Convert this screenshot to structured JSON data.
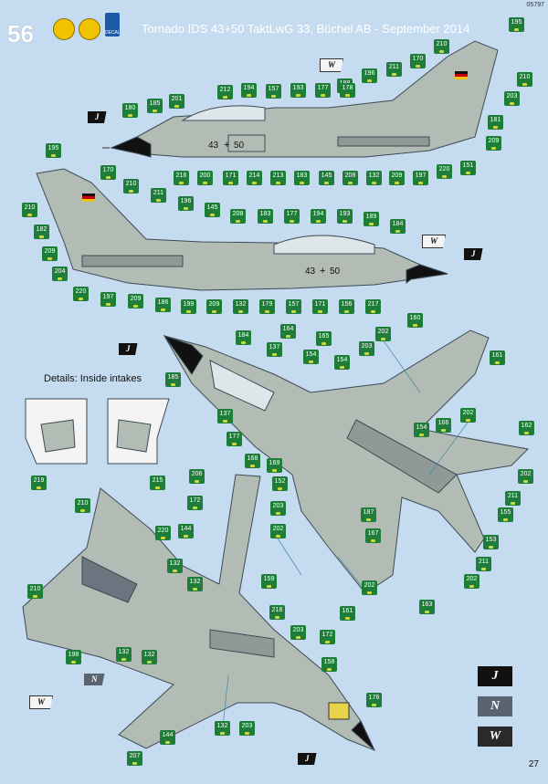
{
  "doc_code": "05797",
  "step_number": "56",
  "title": "Tornado IDS 43+50 TaktLwG 33, Büchel AB - September 2014",
  "decal_badge": "DECAL",
  "details_title": "Details: Inside intakes",
  "serial": "43+50",
  "page_number": "27",
  "legend": [
    "J",
    "N",
    "W"
  ],
  "colors": {
    "background": "#c5dbef",
    "aircraft": "#b2bcb5",
    "chip": "#1f7d3a"
  },
  "views": {
    "top_side": {
      "chips": [
        [
          "195",
          557,
          19
        ],
        [
          "210",
          475,
          43
        ],
        [
          "170",
          449,
          59
        ],
        [
          "210",
          566,
          79
        ],
        [
          "211",
          423,
          68
        ],
        [
          "196",
          396,
          75
        ],
        [
          "188",
          369,
          86
        ],
        [
          "203",
          552,
          100
        ],
        [
          "212",
          238,
          93
        ],
        [
          "194",
          264,
          91
        ],
        [
          "157",
          291,
          92
        ],
        [
          "193",
          318,
          91
        ],
        [
          "177",
          345,
          91
        ],
        [
          "178",
          372,
          91
        ],
        [
          "201",
          185,
          103
        ],
        [
          "185",
          161,
          108
        ],
        [
          "180",
          134,
          113
        ],
        [
          "181",
          534,
          126
        ],
        [
          "209",
          532,
          149
        ],
        [
          "151",
          504,
          176
        ],
        [
          "216",
          190,
          187
        ],
        [
          "200",
          216,
          187
        ],
        [
          "171",
          244,
          187
        ],
        [
          "214",
          270,
          187
        ],
        [
          "213",
          296,
          187
        ],
        [
          "183",
          322,
          187
        ],
        [
          "145",
          349,
          187
        ],
        [
          "208",
          375,
          187
        ],
        [
          "132",
          401,
          187
        ],
        [
          "209",
          426,
          187
        ],
        [
          "197",
          452,
          187
        ],
        [
          "220",
          478,
          180
        ]
      ],
      "tags": [
        [
          "J",
          96,
          122
        ],
        [
          "W",
          350,
          64
        ]
      ]
    },
    "second_side": {
      "chips": [
        [
          "195",
          50,
          157
        ],
        [
          "170",
          110,
          181
        ],
        [
          "210",
          135,
          196
        ],
        [
          "210",
          24,
          222
        ],
        [
          "211",
          165,
          206
        ],
        [
          "196",
          195,
          215
        ],
        [
          "145",
          224,
          222
        ],
        [
          "208",
          252,
          229
        ],
        [
          "183",
          282,
          229
        ],
        [
          "177",
          311,
          229
        ],
        [
          "194",
          340,
          229
        ],
        [
          "193",
          369,
          229
        ],
        [
          "189",
          398,
          232
        ],
        [
          "184",
          427,
          240
        ],
        [
          "182",
          37,
          246
        ],
        [
          "209",
          46,
          270
        ],
        [
          "204",
          57,
          292
        ],
        [
          "220",
          80,
          314
        ],
        [
          "197",
          110,
          320
        ],
        [
          "209",
          140,
          322
        ],
        [
          "186",
          170,
          326
        ],
        [
          "199",
          198,
          328
        ],
        [
          "209",
          226,
          328
        ],
        [
          "132",
          255,
          328
        ],
        [
          "179",
          284,
          328
        ],
        [
          "157",
          313,
          328
        ],
        [
          "171",
          342,
          328
        ],
        [
          "156",
          371,
          328
        ],
        [
          "217",
          400,
          328
        ]
      ],
      "tags": [
        [
          "W",
          462,
          257
        ],
        [
          "J",
          508,
          272
        ]
      ]
    },
    "top_view": {
      "chips": [
        [
          "164",
          307,
          355
        ],
        [
          "165",
          346,
          363
        ],
        [
          "202",
          411,
          358
        ],
        [
          "160",
          446,
          343
        ],
        [
          "184",
          258,
          362
        ],
        [
          "137",
          292,
          375
        ],
        [
          "154",
          332,
          383
        ],
        [
          "154",
          366,
          389
        ],
        [
          "203",
          393,
          374
        ],
        [
          "161",
          536,
          384
        ],
        [
          "185",
          181,
          408
        ],
        [
          "202",
          504,
          447
        ],
        [
          "162",
          568,
          461
        ],
        [
          "137",
          238,
          448
        ],
        [
          "154",
          453,
          463
        ],
        [
          "166",
          477,
          458
        ],
        [
          "177",
          248,
          473
        ],
        [
          "202",
          567,
          514
        ],
        [
          "211",
          553,
          538
        ],
        [
          "155",
          545,
          556
        ],
        [
          "168",
          268,
          497
        ],
        [
          "169",
          292,
          502
        ],
        [
          "206",
          207,
          514
        ],
        [
          "152",
          298,
          522
        ],
        [
          "172",
          205,
          543
        ],
        [
          "203",
          296,
          549
        ],
        [
          "187",
          395,
          556
        ],
        [
          "167",
          400,
          579
        ],
        [
          "153",
          529,
          586
        ],
        [
          "202",
          296,
          574
        ],
        [
          "211",
          521,
          610
        ],
        [
          "202",
          508,
          629
        ],
        [
          "202",
          396,
          636
        ],
        [
          "163",
          459,
          657
        ]
      ],
      "tags": [
        [
          "J",
          130,
          376
        ]
      ]
    },
    "bottom_view": {
      "chips": [
        [
          "210",
          82,
          546
        ],
        [
          "220",
          170,
          576
        ],
        [
          "144",
          195,
          574
        ],
        [
          "132",
          183,
          612
        ],
        [
          "132",
          205,
          632
        ],
        [
          "210",
          30,
          640
        ],
        [
          "159",
          286,
          629
        ],
        [
          "218",
          295,
          663
        ],
        [
          "161",
          372,
          664
        ],
        [
          "203",
          318,
          685
        ],
        [
          "172",
          350,
          690
        ],
        [
          "198",
          72,
          712
        ],
        [
          "132",
          127,
          709
        ],
        [
          "132",
          155,
          712
        ],
        [
          "158",
          352,
          720
        ],
        [
          "176",
          401,
          759
        ],
        [
          "132",
          235,
          790
        ],
        [
          "203",
          262,
          790
        ],
        [
          "144",
          175,
          800
        ],
        [
          "207",
          139,
          823
        ]
      ],
      "tags": [
        [
          "N",
          92,
          738
        ],
        [
          "W",
          32,
          762
        ],
        [
          "J",
          326,
          825
        ]
      ]
    },
    "details": {
      "chips": [
        [
          "219",
          34,
          521
        ],
        [
          "215",
          164,
          521
        ]
      ]
    }
  }
}
